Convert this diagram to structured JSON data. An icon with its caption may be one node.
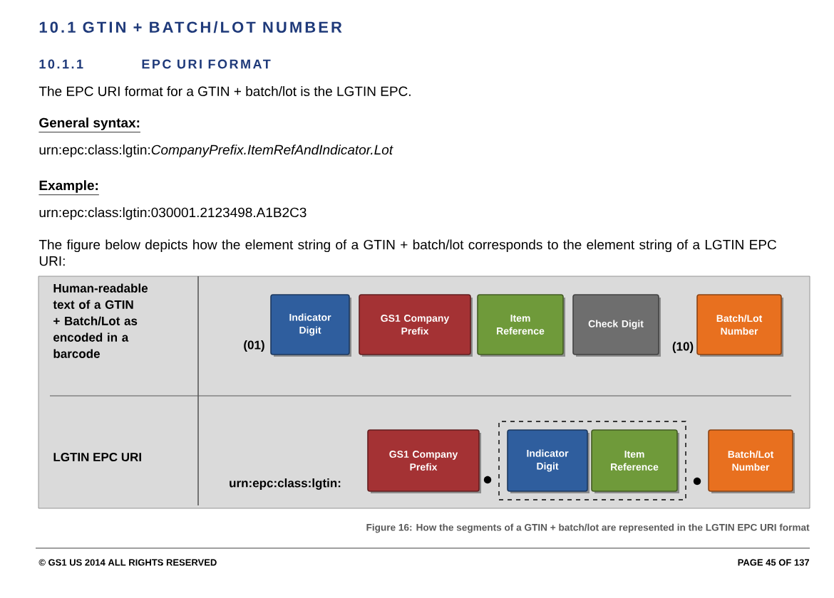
{
  "diagram": {
    "title": "10.1 GTIN + BATCH/LOT NUMBER",
    "caption": "Figure 16: How the segments of a GTIN + batch/lot are represented in the LGTIN EPC URI format",
    "nodes": [
      {
        "text": [
          "Indicator Digit"
        ]
      },
      {
        "text": [
          "GS1 Company Prefix"
        ]
      },
      {
        "text": [
          "Item Reference"
        ]
      },
      {
        "text": [
          "Check Digit"
        ]
      },
      {
        "text": [
          "Batch/Lot Number"
        ]
      },
      {
        "text": [
          "GS1 Company Prefix"
        ]
      },
      {
        "text": [],
        "shape": "box"
      },
      {
        "text": [
          "Indicator Digit"
        ],
        "in": 6
      },
      {
        "text": [
          "Item Reference"
        ],
        "in": 6
      },
      {
        "text": [
          "Batch/Lot Number"
        ]
      }
    ],
    "labels": [
      "10.1.1",
      "EPC URI FORMAT",
      "The EPC URI format for a GTIN + batch/lot is the LGTIN EPC.",
      "General syntax:",
      "urn:epc:class:lgtin:*CompanyPrefix.ItemRefAndIndicator.Lot*",
      "Example:",
      "urn:epc:class:lgtin:030001.2123498.A1B2C3",
      "The figure below depicts how the element string of a GTIN + batch/lot corresponds to the element string of a LGTIN EPC URI:",
      "Human-readable text of a GTIN + Batch/Lot as encoded in a barcode",
      "(01)",
      "(10)",
      "LGTIN EPC URI",
      "urn:epc:class:lgtin:",
      "© GS1 US 2014 ALL RIGHTS RESERVED",
      "PAGE 45 OF 137"
    ]
  }
}
